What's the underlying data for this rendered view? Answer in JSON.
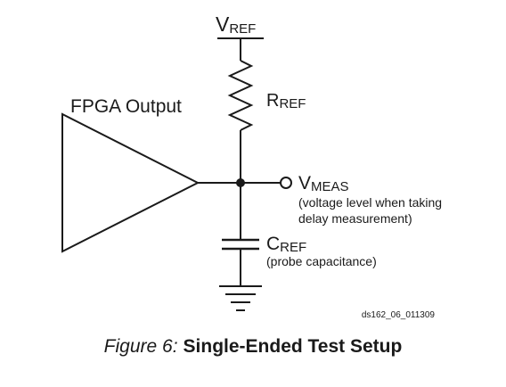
{
  "vref": {
    "main": "V",
    "sub": "REF"
  },
  "rref": {
    "main": "R",
    "sub": "REF"
  },
  "fpga_output": "FPGA Output",
  "vmeas": {
    "main": "V",
    "sub": "MEAS",
    "note_line1": "(voltage level when taking",
    "note_line2": "delay measurement)"
  },
  "cref": {
    "main": "C",
    "sub": "REF",
    "note": "(probe capacitance)"
  },
  "doc_id": "ds162_06_011309",
  "caption": {
    "prefix": "Figure 6:",
    "title": "Single-Ended Test Setup"
  }
}
